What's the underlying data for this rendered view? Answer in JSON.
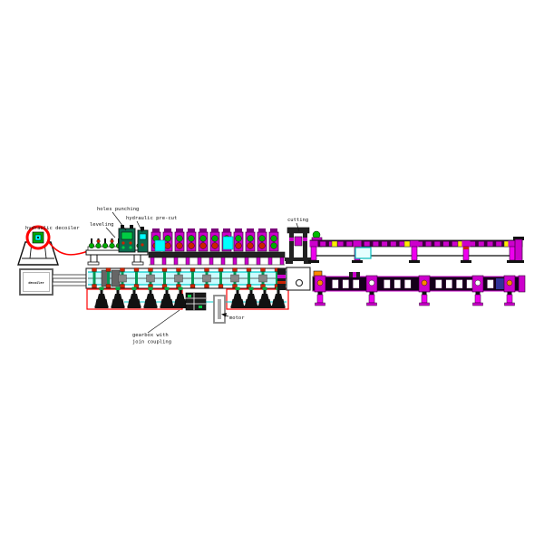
{
  "labels": {
    "hydraulic_decoiler": "hydraulic decoiler",
    "leveling": "leveling",
    "holes_punching": "holes punching",
    "hydraulic_precut": "hydraulic pre-cut",
    "cutting": "cutting",
    "decoiler": "decoiler",
    "motor": "motor",
    "gearbox_line1": "gearbox with",
    "gearbox_line2": "join coupling"
  },
  "colors": {
    "magenta": "#cc00cc",
    "bright_magenta": "#ee00ee",
    "dark_magenta": "#7a007a",
    "rail_dark": "#3d003d",
    "red": "#ff0000",
    "roller_red": "#cc2200",
    "green": "#00aa00",
    "shaft_green": "#009955",
    "dark_teal": "#0b6b4f",
    "cyan": "#00ffff",
    "strip_cyan": "#00cccc",
    "strip_fill": "#ccfbff",
    "yellow": "#ffee00",
    "orange": "#ff8800",
    "black": "#111111",
    "gray": "#888888",
    "white": "#ffffff"
  }
}
